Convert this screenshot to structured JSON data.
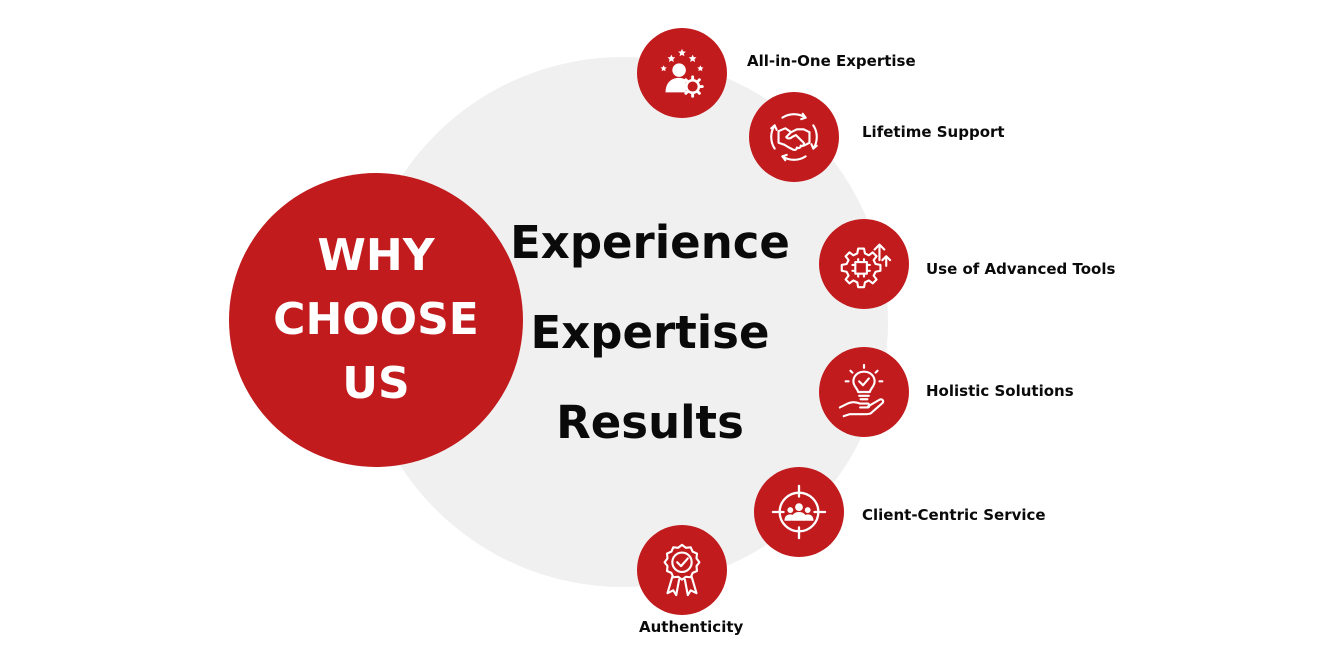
{
  "main": {
    "title_lines": [
      "WHY",
      "CHOOSE",
      "US"
    ]
  },
  "keywords": [
    "Experience",
    "Expertise",
    "Results"
  ],
  "features": [
    {
      "label": "All-in-One Expertise",
      "icon": "expert-badge-icon"
    },
    {
      "label": "Lifetime Support",
      "icon": "handshake-cycle-icon"
    },
    {
      "label": "Use of Advanced Tools",
      "icon": "gear-chip-growth-icon"
    },
    {
      "label": "Holistic Solutions",
      "icon": "hand-lightbulb-icon"
    },
    {
      "label": "Client-Centric Service",
      "icon": "target-people-icon"
    },
    {
      "label": "Authenticity",
      "icon": "award-ribbon-icon"
    }
  ],
  "colors": {
    "accent": "#c11b1e",
    "background_circle": "#f0f0f0",
    "text": "#0a0a0a"
  }
}
